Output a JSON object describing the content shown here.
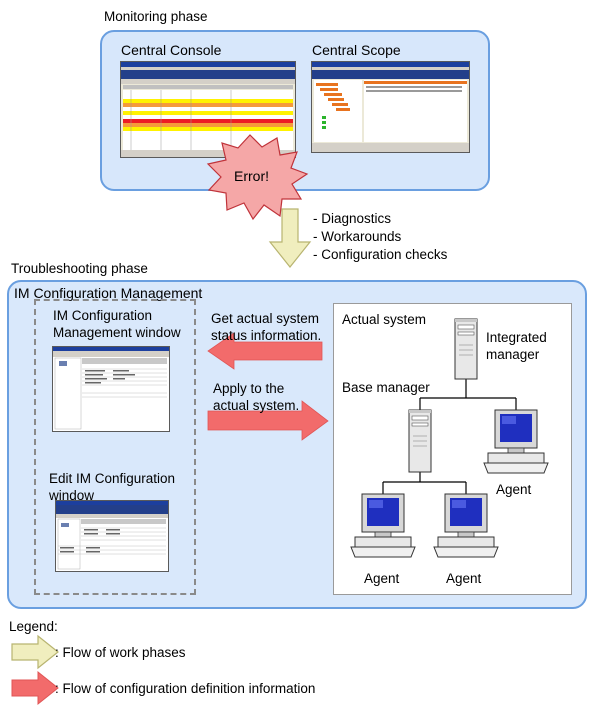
{
  "monitoring": {
    "phase_label": "Monitoring phase",
    "central_console": "Central Console",
    "central_scope": "Central Scope",
    "error": "Error!"
  },
  "transition": {
    "items": [
      "- Diagnostics",
      "- Workarounds",
      "- Configuration checks"
    ]
  },
  "troubleshooting": {
    "phase_label": "Troubleshooting phase",
    "im_config_mgmt": "IM Configuration Management",
    "window1": [
      "IM Configuration",
      "Management window"
    ],
    "window2": [
      "Edit IM Configuration",
      "window"
    ],
    "get_status": [
      "Get actual system",
      "status information."
    ],
    "apply": [
      "Apply to the",
      "actual system."
    ],
    "actual_system": "Actual system",
    "integrated_manager": [
      "Integrated",
      "manager"
    ],
    "base_manager": "Base manager",
    "agent": "Agent"
  },
  "legend": {
    "title": "Legend:",
    "work_phases": ": Flow of work phases",
    "config_info": ": Flow of configuration definition information"
  }
}
